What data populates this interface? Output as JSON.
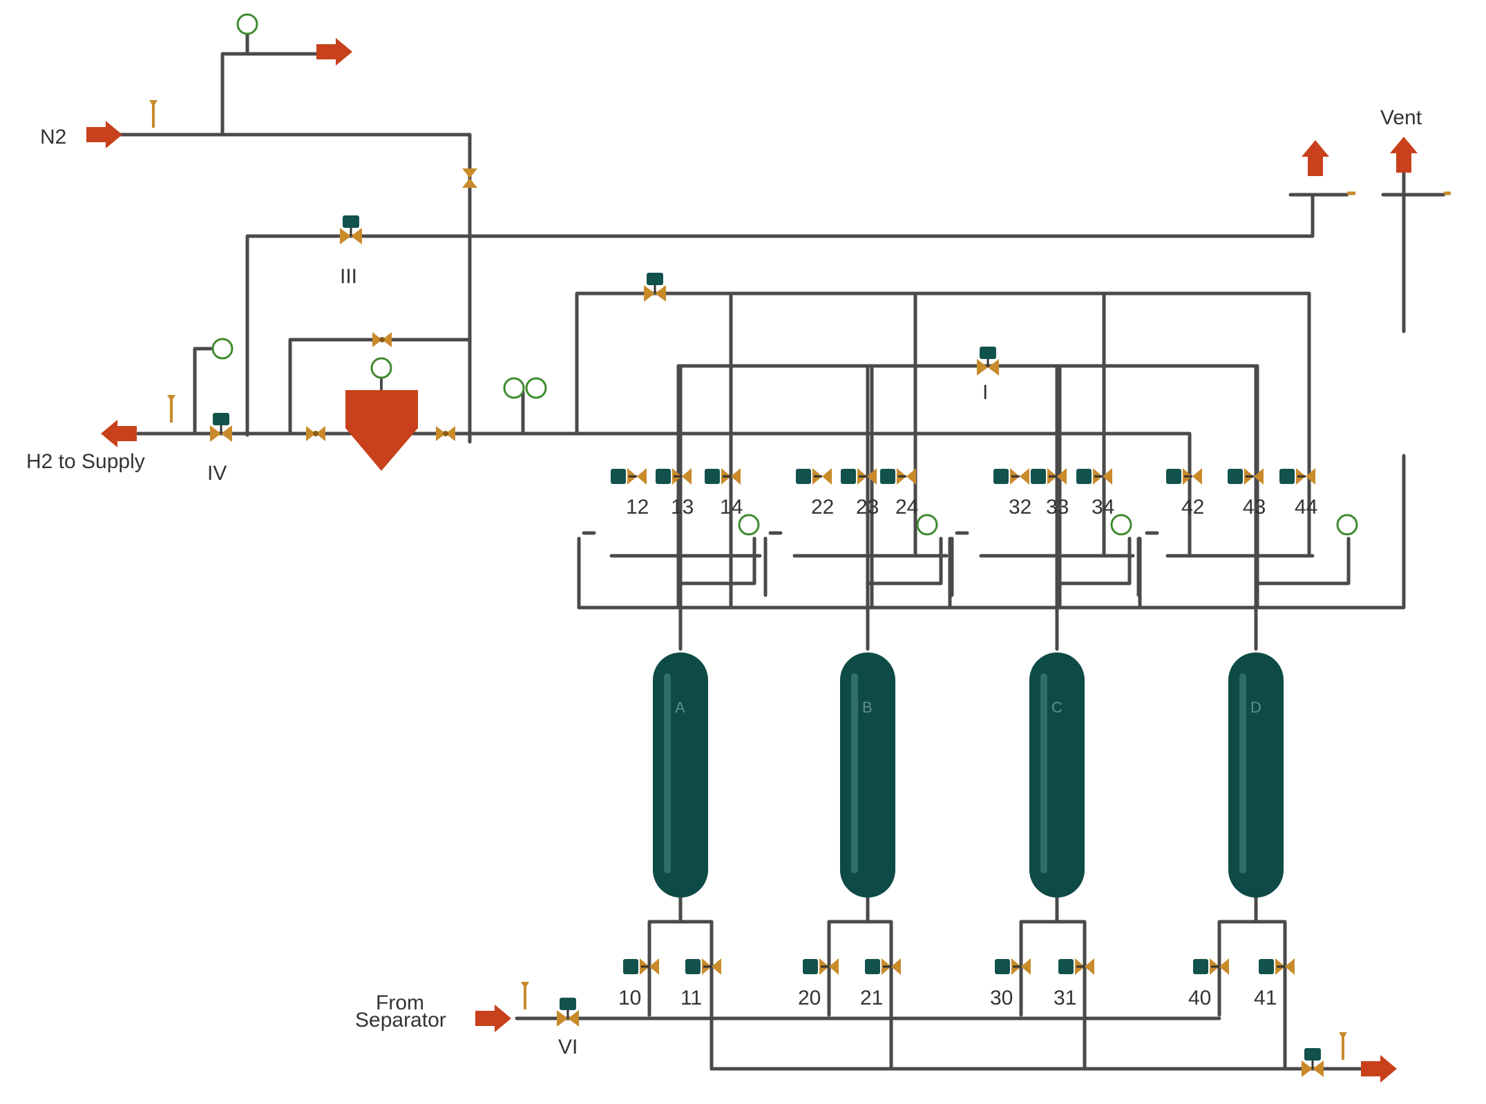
{
  "colors": {
    "pipe": "#4a4a4a",
    "vessel": "#0e4a46",
    "vessel_highlight": "#2f6e69",
    "arrow": "#c8401c",
    "valve": "#c98a2a",
    "actuator": "#12524d",
    "gauge": "#3d8a2e",
    "tank": "#c8401c"
  },
  "labels": {
    "n2": "N2",
    "h2_supply": "H2 to Supply",
    "from_separator_1": "From",
    "from_separator_2": "Separator",
    "vent": "Vent"
  },
  "vessels": [
    {
      "id": "A",
      "label": "A"
    },
    {
      "id": "B",
      "label": "B"
    },
    {
      "id": "C",
      "label": "C"
    },
    {
      "id": "D",
      "label": "D"
    }
  ],
  "valve_tags": {
    "top": [
      "12",
      "13",
      "14",
      "22",
      "23",
      "24",
      "32",
      "33",
      "34",
      "42",
      "43",
      "44"
    ],
    "bottom": [
      "10",
      "11",
      "20",
      "21",
      "30",
      "31",
      "40",
      "41"
    ],
    "roman": [
      "III",
      "I",
      "IV",
      "VI"
    ]
  }
}
